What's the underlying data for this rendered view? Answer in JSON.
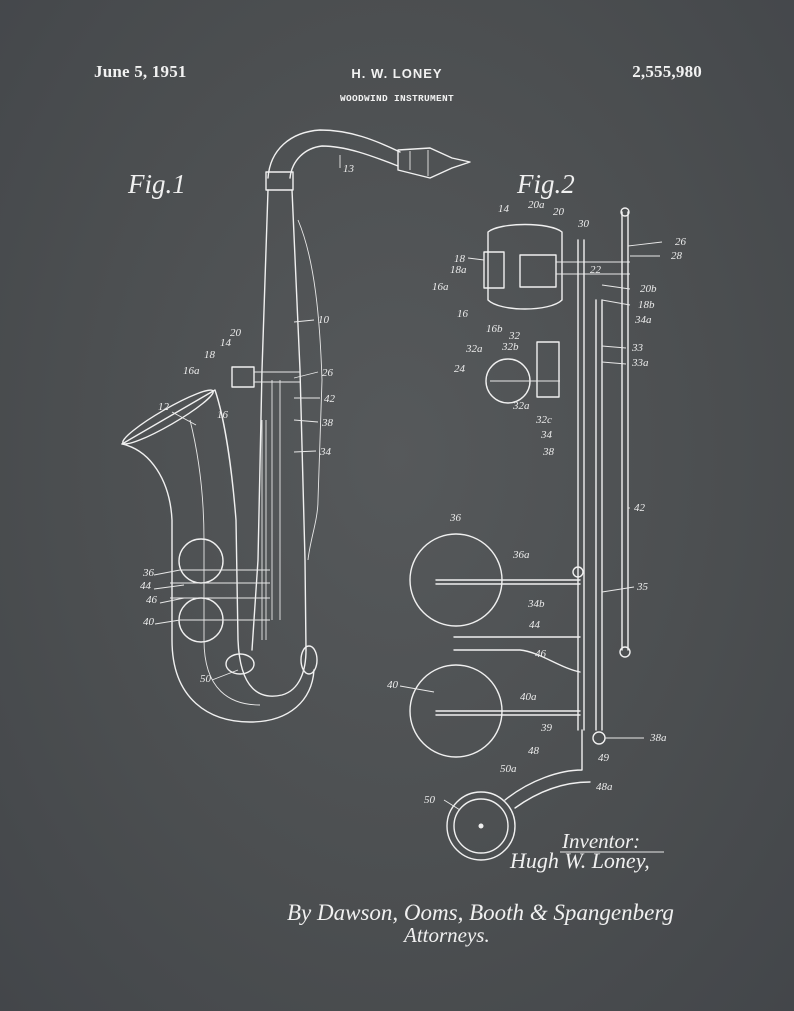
{
  "header": {
    "date": "June 5, 1951",
    "inventor": "H. W. LONEY",
    "patent_number": "2,555,980",
    "title": "WOODWIND INSTRUMENT"
  },
  "figures": {
    "fig1_label": "Fig.1",
    "fig2_label": "Fig.2"
  },
  "fig1_refs": [
    "13",
    "10",
    "20",
    "14",
    "18",
    "16a",
    "26",
    "42",
    "12",
    "16",
    "38",
    "34",
    "36",
    "44",
    "46",
    "40",
    "50"
  ],
  "fig2_refs": [
    "14",
    "20a",
    "20",
    "30",
    "26",
    "28",
    "18",
    "18a",
    "16a",
    "22",
    "20b",
    "18b",
    "16",
    "34a",
    "16b",
    "32",
    "32b",
    "33",
    "32a",
    "24",
    "33a",
    "32a",
    "32c",
    "34",
    "38",
    "42",
    "36",
    "36a",
    "35",
    "34b",
    "44",
    "46",
    "40",
    "40a",
    "39",
    "38a",
    "48",
    "49",
    "50a",
    "48a",
    "50"
  ],
  "signature": {
    "inventor_caption": "Inventor:",
    "inventor_name": "Hugh W. Loney,",
    "attorneys_line": "By Dawson, Ooms, Booth & Spangenberg",
    "attorneys_caption": "Attorneys."
  },
  "colors": {
    "background": "#4d5052",
    "ink": "#f0f0f0"
  }
}
